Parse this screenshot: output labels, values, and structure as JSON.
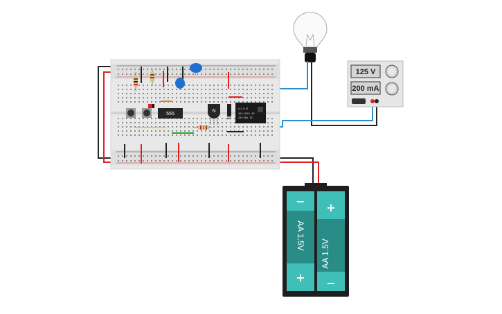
{
  "power_supply": {
    "voltage": "125 V",
    "current": "200 mA"
  },
  "ic": {
    "label": "555"
  },
  "transistor": {
    "label": "N"
  },
  "relay": {
    "brand": "LU-5-R",
    "rating1": "3A/125V AC",
    "rating2": "3A/28V DC"
  },
  "battery": {
    "cell1": {
      "label": "AA 1.5V",
      "top_sign": "−",
      "bottom_sign": "+"
    },
    "cell2": {
      "label": "AA 1.5V",
      "top_sign": "+",
      "bottom_sign": "−"
    }
  },
  "colors": {
    "wire_red": "#e02020",
    "wire_black": "#222222",
    "wire_blue": "#2a8fd0",
    "battery_teal": "#3fbfb8",
    "breadboard": "#e8e8e8"
  }
}
